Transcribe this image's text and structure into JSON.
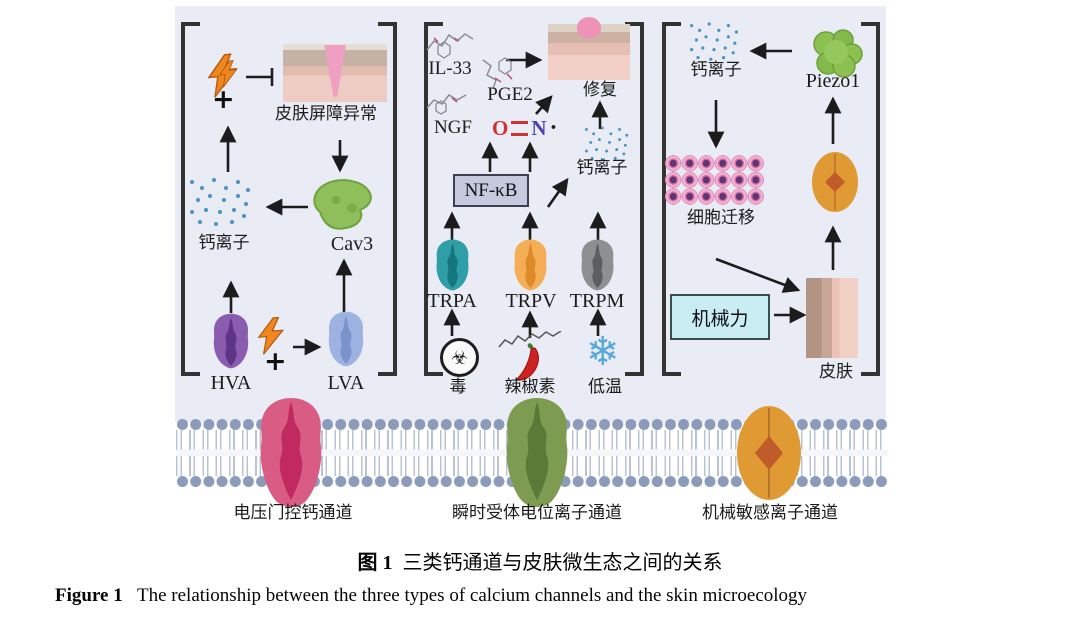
{
  "figure": {
    "panels": {
      "voltage": {
        "skin_barrier_label": "皮肤屏障异常",
        "calcium_label": "钙离子",
        "cav3_label": "Cav3",
        "hva_label": "HVA",
        "lva_label": "LVA",
        "plus_top": "+",
        "plus_bottom": "+"
      },
      "trp": {
        "il33_label": "IL-33",
        "ngf_label": "NGF",
        "pge2_label": "PGE2",
        "no_o": "O",
        "no_n": "N",
        "no_dot": "·",
        "nfkb_label": "NF-κB",
        "repair_label": "修复",
        "calcium_label": "钙离子",
        "trpa_label": "TRPA",
        "trpv_label": "TRPV",
        "trpm_label": "TRPM",
        "poison_label": "毒",
        "capsaicin_label": "辣椒素",
        "cold_label": "低温",
        "biohazard_glyph": "☣",
        "snowflake_glyph": "❄"
      },
      "mechano": {
        "calcium_label": "钙离子",
        "piezo1_label": "Piezo1",
        "migration_label": "细胞迁移",
        "force_label": "机械力",
        "skin_label": "皮肤"
      }
    },
    "membrane_labels": {
      "voltage": "电压门控钙通道",
      "trp": "瞬时受体电位离子通道",
      "mechano": "机械敏感离子通道"
    }
  },
  "caption": {
    "zh_prefix": "图 1",
    "zh_text": "三类钙通道与皮肤微生态之间的关系",
    "en_prefix": "Figure 1",
    "en_text": "The relationship between the three types of calcium channels and the skin microecology"
  },
  "colors": {
    "fig-bg": "#e9ecf5",
    "bracket": "#333333",
    "arrow": "#1c1c1c",
    "calcium-dot": "#4d92c0",
    "hva": "#8a5cb0",
    "hva-inner": "#5e3487",
    "lva": "#9db2e0",
    "lva-inner": "#7b93cc",
    "cav3": "#8fbf5a",
    "trpa": "#2f9ea6",
    "trpa-inner": "#14767f",
    "trpv": "#f4ae55",
    "trpv-inner": "#de8a2a",
    "trpm": "#8d8f91",
    "trpm-inner": "#5c5e60",
    "channel-pink": "#d95c85",
    "channel-pink-inner": "#c02a5e",
    "channel-green": "#7d9c52",
    "channel-green-inner": "#5a7a38",
    "channel-orange": "#e09a33",
    "channel-orange-inner": "#c05c2a",
    "membrane-head": "#8a9cba",
    "nfkb-bg": "#c7c9de",
    "force-bg": "#c9edf3",
    "no-red": "#d43030",
    "no-blue": "#4a3fb5",
    "lightning": "#f0861e",
    "snowflake": "#57a8d8",
    "pepper": "#cc2222",
    "cell-pink": "#f2aed0",
    "cell-nucleus": "#5e3575",
    "piezo-green": "#8cc152"
  }
}
